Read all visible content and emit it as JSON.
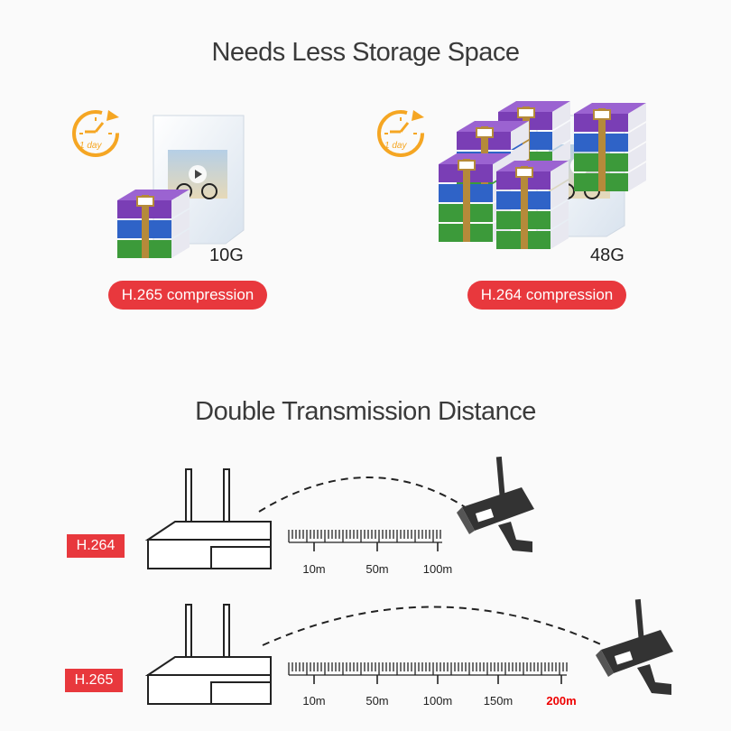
{
  "storage": {
    "title": "Needs Less Storage Space",
    "left": {
      "duration_label": "1 day",
      "size": "10G",
      "codec_label": "H.265 compression"
    },
    "right": {
      "duration_label": "1 day",
      "size": "48G",
      "codec_label": "H.264 compression"
    }
  },
  "distance": {
    "title": "Double Transmission Distance",
    "rows": [
      {
        "codec": "H.264",
        "ticks": [
          "10m",
          "50m",
          "100m"
        ]
      },
      {
        "codec": "H.265",
        "ticks": [
          "10m",
          "50m",
          "100m",
          "150m"
        ],
        "highlight_tick": "200m"
      }
    ]
  },
  "colors": {
    "accent": "#e8383d",
    "clock": "#f5a623",
    "book_purple": "#7a3eb5",
    "book_blue": "#2f63c7",
    "book_green": "#3c9a3a",
    "strap": "#b58a3a"
  }
}
